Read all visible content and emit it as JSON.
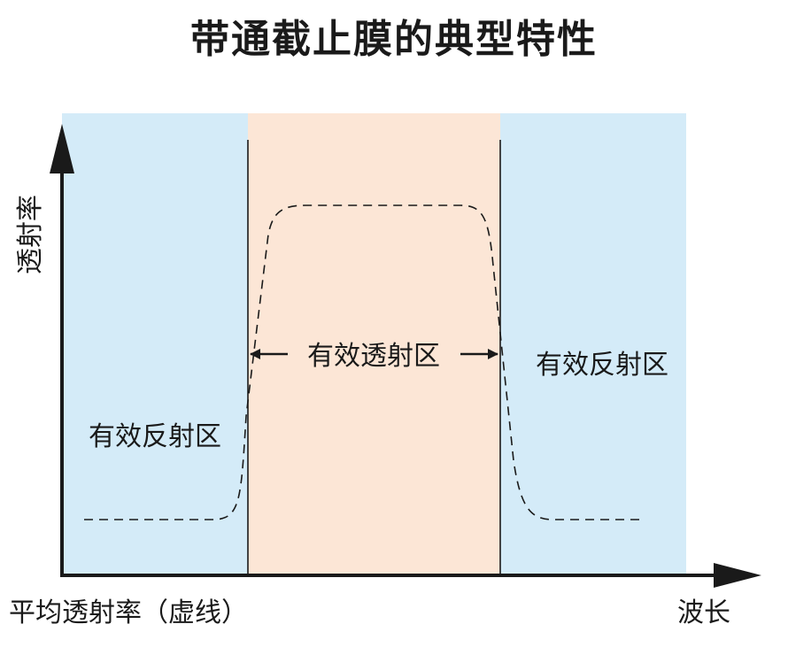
{
  "title": "带通截止膜的典型特性",
  "y_axis_label": "透射率",
  "x_axis_label": "波长",
  "legend_note": "平均透射率（虚线）",
  "regions": {
    "left_reflect": "有效反射区",
    "right_reflect": "有效反射区",
    "transmit": "有效透射区"
  },
  "colors": {
    "reflect_band": "#d4ebf8",
    "transmit_band": "#fce6d6",
    "ink": "#1a1a1a"
  }
}
